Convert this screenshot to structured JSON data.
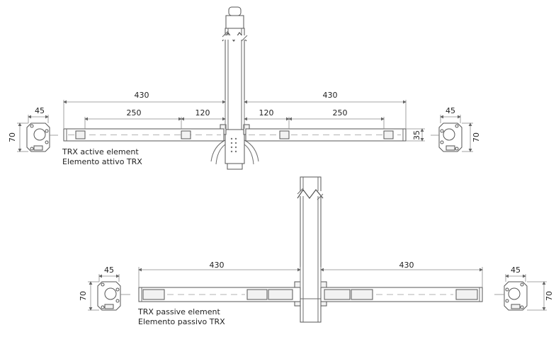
{
  "active": {
    "caption_en": "TRX active element",
    "caption_it": "Elemento attivo TRX",
    "left_bar_length": "430",
    "right_bar_length": "430",
    "left_span_outer": "250",
    "left_span_inner": "120",
    "right_span_inner": "120",
    "right_span_outer": "250",
    "bar_height": "35",
    "bracket_left_width": "45",
    "bracket_left_height": "70",
    "bracket_right_width": "45",
    "bracket_right_height": "70"
  },
  "passive": {
    "caption_en": "TRX passive element",
    "caption_it": "Elemento passivo TRX",
    "left_bar_length": "430",
    "right_bar_length": "430",
    "bracket_left_width": "45",
    "bracket_left_height": "70",
    "bracket_right_width": "45",
    "bracket_right_height": "70"
  }
}
